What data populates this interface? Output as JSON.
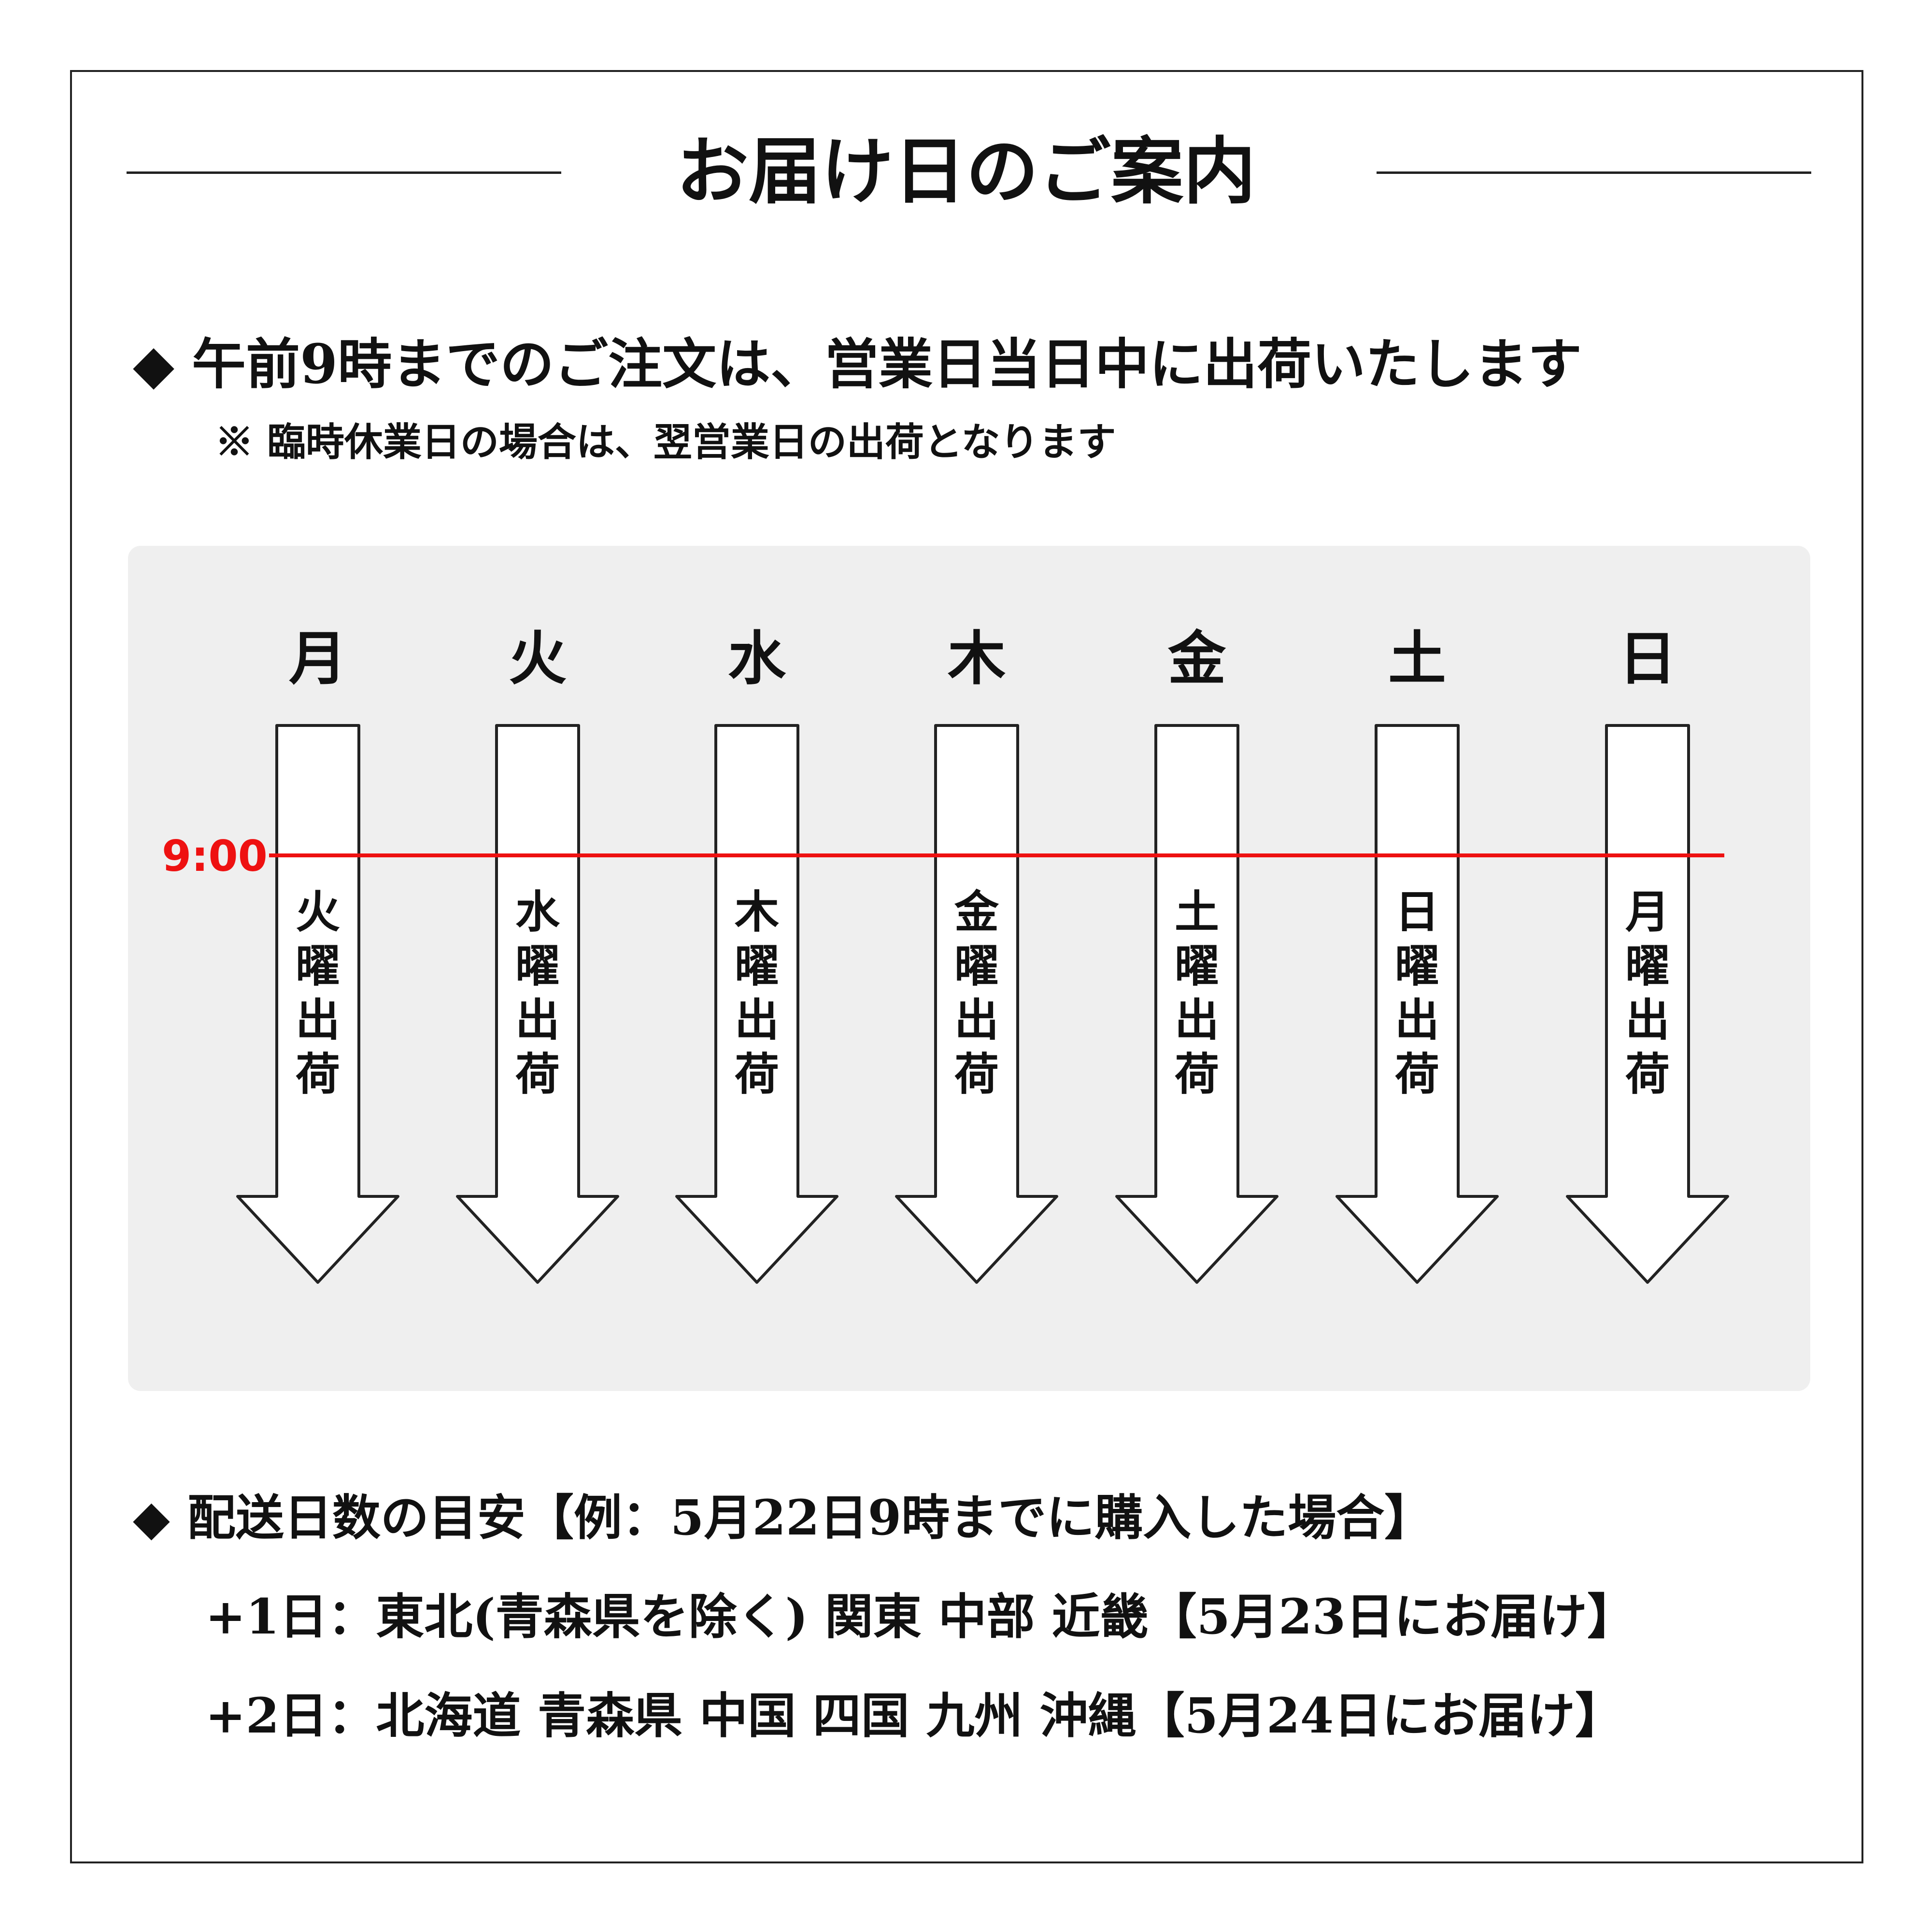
{
  "title": "お届け日のご案内",
  "notice": {
    "bullet": "◆",
    "main": "午前9時までのご注文は、営業日当日中に出荷いたします",
    "sub": "※ 臨時休業日の場合は、翌営業日の出荷となります"
  },
  "diagram": {
    "cutoff_label": "9:00",
    "cutoff_color": "#ee1111",
    "days": [
      {
        "order_day": "月",
        "ship_text": "火曜出荷"
      },
      {
        "order_day": "火",
        "ship_text": "水曜出荷"
      },
      {
        "order_day": "水",
        "ship_text": "木曜出荷"
      },
      {
        "order_day": "木",
        "ship_text": "金曜出荷"
      },
      {
        "order_day": "金",
        "ship_text": "土曜出荷"
      },
      {
        "order_day": "土",
        "ship_text": "日曜出荷"
      },
      {
        "order_day": "日",
        "ship_text": "月曜出荷"
      }
    ]
  },
  "delivery": {
    "bullet": "◆",
    "heading": "配送日数の目安【例：5月22日9時までに購入した場合】",
    "rows": [
      "+1日：東北(青森県を除く) 関東 中部 近畿【5月23日にお届け】",
      "+2日：北海道 青森県 中国 四国 九州 沖縄【5月24日にお届け】"
    ]
  }
}
